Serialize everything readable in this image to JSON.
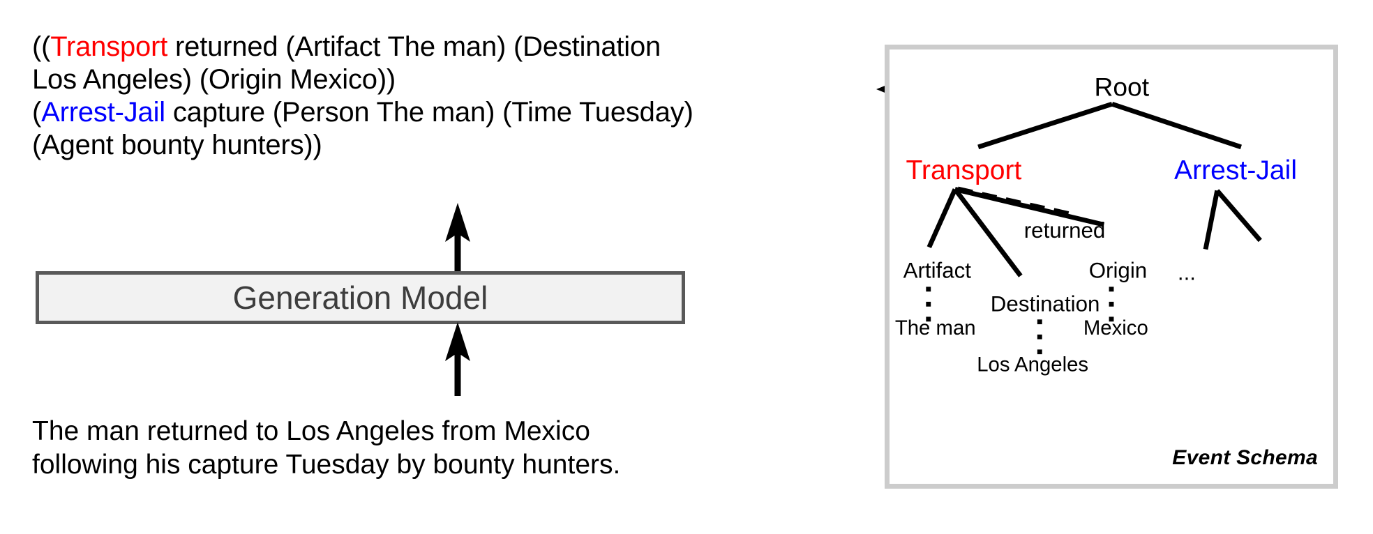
{
  "figure": {
    "left_column": {
      "output_text_lines": [
        "((Transport returned (Artifact The man) (Destination Los",
        "Angeles) (Origin Mexico))",
        "(Arrest-Jail capture (Person The man) (Time Tuesday)",
        "(Agent bounty hunters))"
      ],
      "output_text_plain": "((Transport returned (Artifact The man) (Destination Los Angeles) (Origin Mexico))\n(Arrest-Jail capture (Person The man) (Time Tuesday) (Agent bounty hunters))",
      "output_highlights": [
        {
          "token": "Transport",
          "color": "#ff0000"
        },
        {
          "token": "Arrest-Jail",
          "color": "#0000ff"
        }
      ],
      "model_box_label": "Generation Model",
      "input_text": "The man returned to Los Angeles from Mexico following his capture Tuesday by bounty hunters."
    },
    "schema_panel": {
      "caption": "Event Schema",
      "root_label": "Root",
      "events": [
        {
          "label": "Transport",
          "color": "#ff0000"
        },
        {
          "label": "Arrest-Jail",
          "color": "#0000ff"
        }
      ],
      "trigger_label": "returned",
      "roles": [
        {
          "label": "Artifact",
          "value": "The man"
        },
        {
          "label": "Destination",
          "value": "Los Angeles"
        },
        {
          "label": "Origin",
          "value": "Mexico"
        }
      ],
      "ellipsis": "...",
      "border_color": "#cccccc"
    },
    "colors": {
      "transport": "#ff0000",
      "arrest_jail": "#0000ff",
      "model_box_fill": "#f2f2f2",
      "model_box_border": "#595959",
      "panel_border": "#cccccc"
    }
  }
}
